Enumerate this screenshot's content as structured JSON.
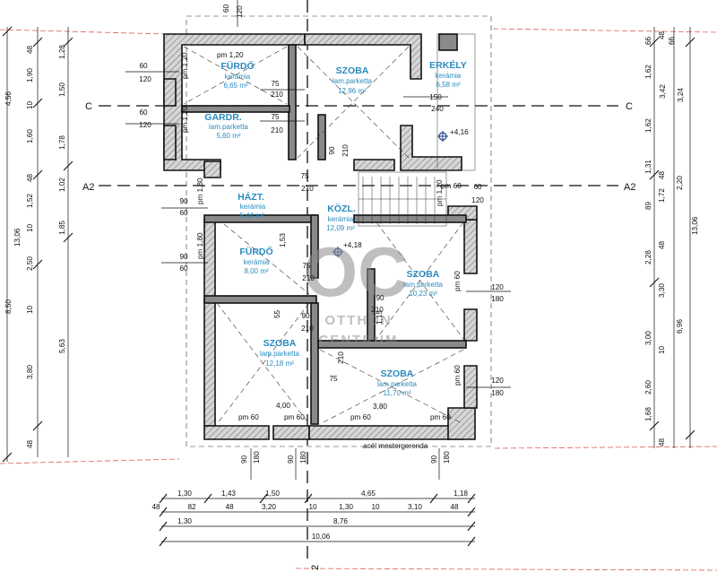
{
  "rooms": [
    {
      "name": "FÜRDŐ",
      "floor": "kerámia",
      "area": "6,65 m²"
    },
    {
      "name": "SZOBA",
      "floor": "lam.parketta",
      "area": "12,96 m²"
    },
    {
      "name": "ERKÉLY",
      "floor": "kerámia",
      "area": "6,58 m²"
    },
    {
      "name": "GARDR.",
      "floor": "lam.parketta",
      "area": "5,60 m²"
    },
    {
      "name": "HÁZT.",
      "floor": "kerámia",
      "area": "5,44 m²"
    },
    {
      "name": "KÖZL.",
      "floor": "kerámia",
      "area": "12,09 m²"
    },
    {
      "name": "FÜRDŐ",
      "floor": "kerámia",
      "area": "8,00 m²"
    },
    {
      "name": "SZOBA",
      "floor": "lam.parketta",
      "area": "10,23 m²"
    },
    {
      "name": "SZOBA",
      "floor": "lam.parketta",
      "area": "12,18 m²"
    },
    {
      "name": "SZOBA",
      "floor": "lam.parketta",
      "area": "11,70 m²"
    }
  ],
  "axes": {
    "c": "C",
    "a2": "A2",
    "bottom": "2"
  },
  "levels": {
    "balcony": "+4,16",
    "hall": "+4,18"
  },
  "beam_note": "acél mestergerenda",
  "watermark": {
    "logo": "OC",
    "line1": "OTTHON",
    "line2": "CENTRUM"
  },
  "openings": [
    {
      "w": "60",
      "h": "120"
    },
    {
      "w": "60",
      "h": "120"
    },
    {
      "w": "90",
      "h": "60"
    },
    {
      "w": "90",
      "h": "60"
    },
    {
      "w": "75",
      "h": "210"
    },
    {
      "w": "75",
      "h": "210"
    },
    {
      "w": "75",
      "h": "210"
    },
    {
      "w": "90",
      "h": "210"
    },
    {
      "w": "75",
      "h": "210"
    },
    {
      "w": "90",
      "h": "210"
    },
    {
      "w": "90",
      "h": "210"
    },
    {
      "w": "75",
      "h": "210"
    },
    {
      "w": "150",
      "h": "240"
    },
    {
      "w": "120",
      "h": "180"
    },
    {
      "w": "120",
      "h": "180"
    }
  ],
  "sill_labels": [
    "pm 1,20",
    "pm 1,20",
    "pm 1,20",
    "pm 1,80",
    "pm 1,80",
    "pm 1,20",
    "pm 60",
    "pm 60",
    "pm 60",
    "pm 60",
    "pm 60",
    "pm 60",
    "pm 60"
  ],
  "top_dims": [
    "60",
    "120"
  ],
  "inner_dims": [
    "55",
    "1,53",
    "1,15",
    "4,00",
    "3,80",
    "90",
    "180",
    "90",
    "180",
    "90",
    "180",
    "60",
    "120"
  ],
  "left_dims_outer": [
    "4,56",
    "13,06",
    "8,50"
  ],
  "left_dims_mid": [
    "48",
    "1,90",
    "10",
    "1,60",
    "48",
    "1,52",
    "10",
    "2,50",
    "10",
    "3,80",
    "48"
  ],
  "left_dims_inner": [
    "1,28",
    "1,50",
    "1,78",
    "1,02",
    "1,85",
    "5,63"
  ],
  "right_dims_a": [
    "66",
    "1,62",
    "1,62",
    "1,31",
    "89",
    "2,28",
    "3,00",
    "2,60",
    "1,68"
  ],
  "right_dims_b": [
    "48",
    "48",
    "1,72",
    "48",
    "3,30",
    "10",
    "48"
  ],
  "right_dims_c": [
    "66",
    "3,42",
    "2,20",
    "6,96"
  ],
  "right_dims_d": [
    "3,24",
    "13,06"
  ],
  "bottom_dims_1": [
    "1,30",
    "1,43",
    "1,50",
    "4,65",
    "1,18"
  ],
  "bottom_dims_2": [
    "48",
    "82",
    "48",
    "3,20",
    "10",
    "1,30",
    "10",
    "3,10",
    "48"
  ],
  "bottom_dims_3": [
    "1,30",
    "8,76"
  ],
  "bottom_dims_4": [
    "10,06"
  ]
}
